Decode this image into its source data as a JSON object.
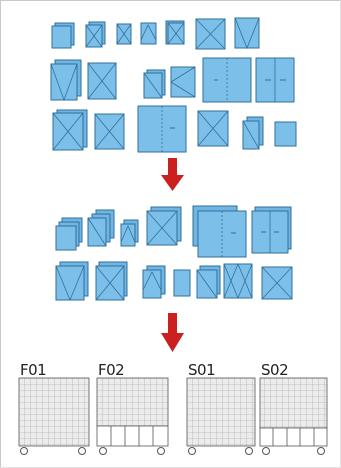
{
  "colors": {
    "panel_fill": "#6fb6e3",
    "panel_stroke": "#2f6f9c",
    "arrow": "#cc1f1f",
    "cart_stroke": "#555555",
    "cart_cell": "#e8e8e8"
  },
  "carts": [
    {
      "label": "F01"
    },
    {
      "label": "F02"
    },
    {
      "label": "S01"
    },
    {
      "label": "S02"
    }
  ]
}
